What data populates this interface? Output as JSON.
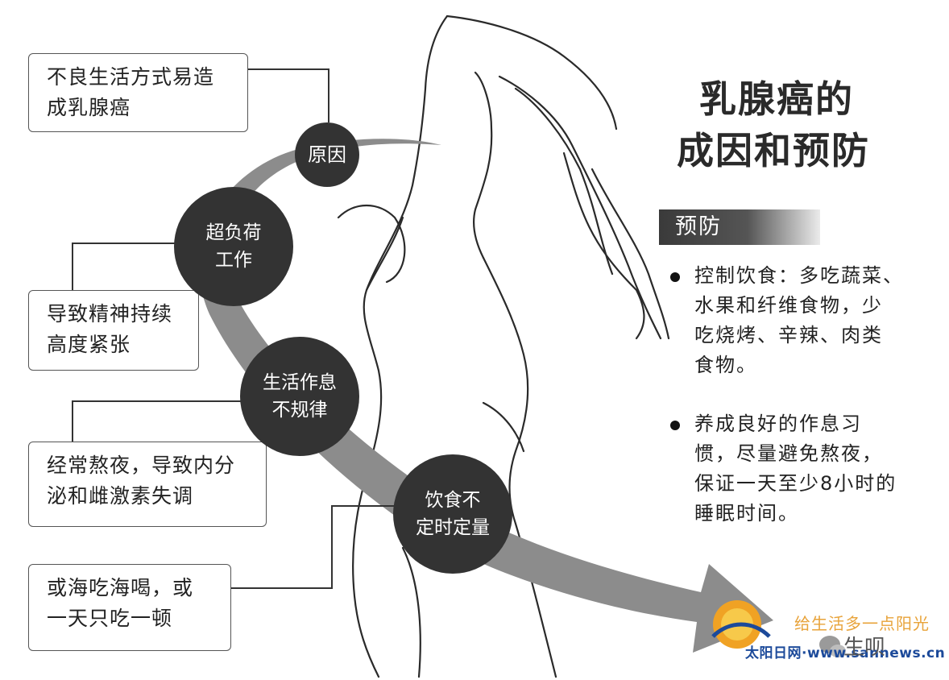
{
  "title": {
    "line1": "乳腺癌的",
    "line2": "成因和预防"
  },
  "causes": {
    "circles": [
      {
        "lines": [
          "原因"
        ]
      },
      {
        "lines": [
          "超负荷",
          "工作"
        ]
      },
      {
        "lines": [
          "生活作息",
          "不规律"
        ]
      },
      {
        "lines": [
          "饮食不",
          "定时定量"
        ]
      }
    ],
    "boxes": [
      {
        "lines": [
          "不良生活方式易造",
          "成乳腺癌"
        ]
      },
      {
        "lines": [
          "导致精神持续",
          "高度紧张"
        ]
      },
      {
        "lines": [
          "经常熬夜，导致内分",
          "泌和雌激素失调"
        ]
      },
      {
        "lines": [
          "或海吃海喝，或",
          "一天只吃一顿"
        ]
      }
    ]
  },
  "prevention": {
    "header": "预防",
    "items": [
      {
        "lines": [
          "控制饮食：多吃蔬菜、",
          "水果和纤维食物，少",
          "吃烧烤、辛辣、肉类",
          "食物。"
        ]
      },
      {
        "lines": [
          "养成良好的作息习",
          "惯，尽量避免熬夜，",
          "保证一天至少8小时的",
          "睡眠时间。"
        ]
      }
    ]
  },
  "footer": {
    "slogan": "给生活多一点阳光",
    "site": "太阳日网·www.sannews.cn",
    "watermark": "生呗"
  },
  "colors": {
    "arrow": "#8c8c8c",
    "circle": "#333333",
    "slogan": "#e8a33a",
    "site": "#1c4a9a"
  },
  "icons": [
    "sun-logo-icon",
    "wechat-icon"
  ]
}
